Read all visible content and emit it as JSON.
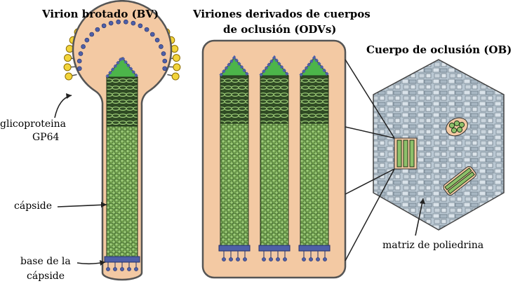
{
  "titles": {
    "bv": "Virion brotado (BV)",
    "odv_line1": "Viriones derivados de cuerpos",
    "odv_line2": "de oclusión (ODVs)",
    "ob": "Cuerpo de oclusión (OB)"
  },
  "labels": {
    "glyco_line1": "glicoproteina",
    "glyco_line2": "GP64",
    "capsid": "cápside",
    "base_line1": "base de la",
    "base_line2": "cápside",
    "matrix": "matriz de poliedrina"
  },
  "colors": {
    "envelope": "#F3C9A3",
    "envelope_stroke": "#444444",
    "capsid_green": "#8DC06A",
    "capsid_dark": "#355A25",
    "cap_tip": "#4CB54A",
    "base_blue": "#4E5FA8",
    "glyco_yellow": "#F2D43A",
    "polyhedrin": "#BCC9D3"
  }
}
